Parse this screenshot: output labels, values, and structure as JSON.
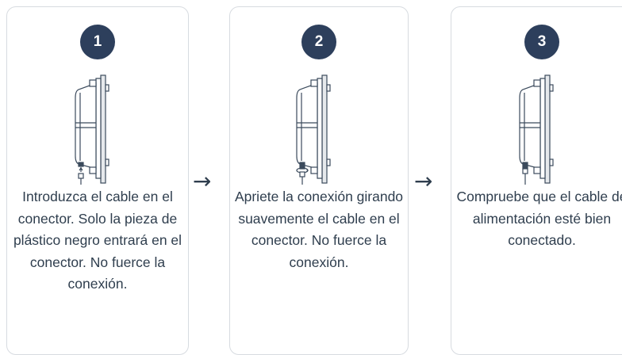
{
  "steps": [
    {
      "number": "1",
      "text": "Introduzca el cable en el conector. Solo la pieza de plástico negro entrará en el conector. No fuerce la conexión."
    },
    {
      "number": "2",
      "text": "Apriete la conexión girando suavemente el cable en el conector. No fuerce la conexión."
    },
    {
      "number": "3",
      "text": "Compruebe que el cable de alimentación esté bien conectado."
    }
  ],
  "arrows": [
    "→",
    "→"
  ],
  "icons": {
    "device": "wall-mounted-device-icon",
    "arrow": "arrow-right-icon"
  },
  "colors": {
    "badge": "#2d3f5c",
    "text": "#2f3e4e",
    "border": "#d7dbe0"
  }
}
